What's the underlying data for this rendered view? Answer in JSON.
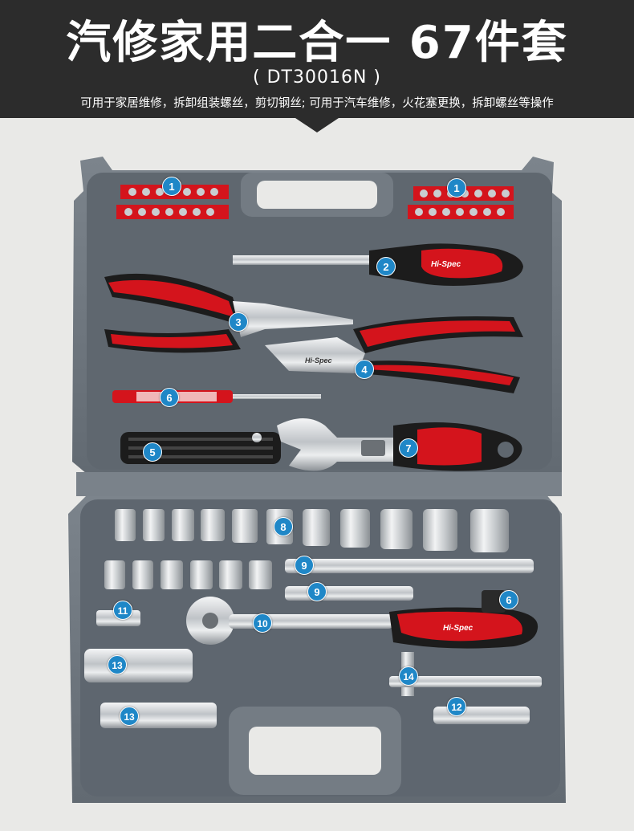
{
  "header": {
    "title": "汽修家用二合一 67件套",
    "model": "( DT30016N )",
    "subtitle": "可用于家居维修，拆卸组装螺丝，剪切钢丝; 可用于汽车维修，火花塞更换，拆卸螺丝等操作"
  },
  "brand": {
    "logo_text": "Hi-Spec"
  },
  "colors": {
    "banner": "#2c2c2c",
    "case": "#6f7780",
    "case_inner": "#5e666f",
    "handle_red": "#d4141c",
    "handle_black": "#1c1c1c",
    "chrome": "#d8dadc",
    "callout": "#1f87c7"
  },
  "callouts": {
    "c1a": "1",
    "c1b": "1",
    "c2": "2",
    "c3": "3",
    "c4": "4",
    "c5": "5",
    "c6a": "6",
    "c6b": "6",
    "c7": "7",
    "c8": "8",
    "c9a": "9",
    "c9b": "9",
    "c10": "10",
    "c11": "11",
    "c12": "12",
    "c13a": "13",
    "c13b": "13",
    "c14": "14"
  }
}
